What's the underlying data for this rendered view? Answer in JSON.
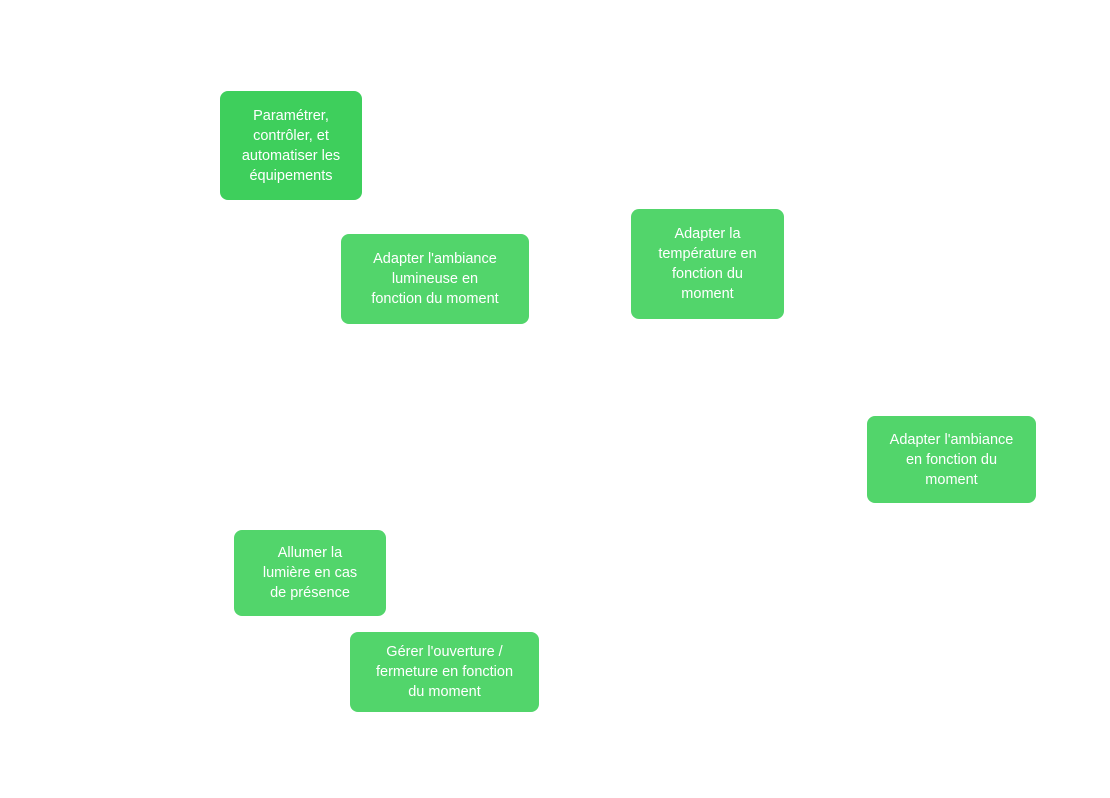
{
  "diagram": {
    "nodes": [
      {
        "id": "n1",
        "label": "Paramétrer,\ncontrôler, et\nautomatiser les\néquipements",
        "style": "primary"
      },
      {
        "id": "n2",
        "label": "Adapter l'ambiance\nlumineuse en\nfonction du moment",
        "style": "secondary"
      },
      {
        "id": "n3",
        "label": "Adapter la\ntempérature en\nfonction du\nmoment",
        "style": "secondary"
      },
      {
        "id": "n4",
        "label": "Adapter l'ambiance\nen fonction du\nmoment",
        "style": "secondary"
      },
      {
        "id": "n5",
        "label": "Allumer la\nlumière en cas\nde présence",
        "style": "secondary"
      },
      {
        "id": "n6",
        "label": "Gérer l'ouverture /\nfermeture en fonction\ndu moment",
        "style": "secondary"
      }
    ]
  },
  "colors": {
    "primary": "#3ecf5c",
    "secondary": "#52d56b",
    "text": "#ffffff",
    "background": "#ffffff"
  }
}
